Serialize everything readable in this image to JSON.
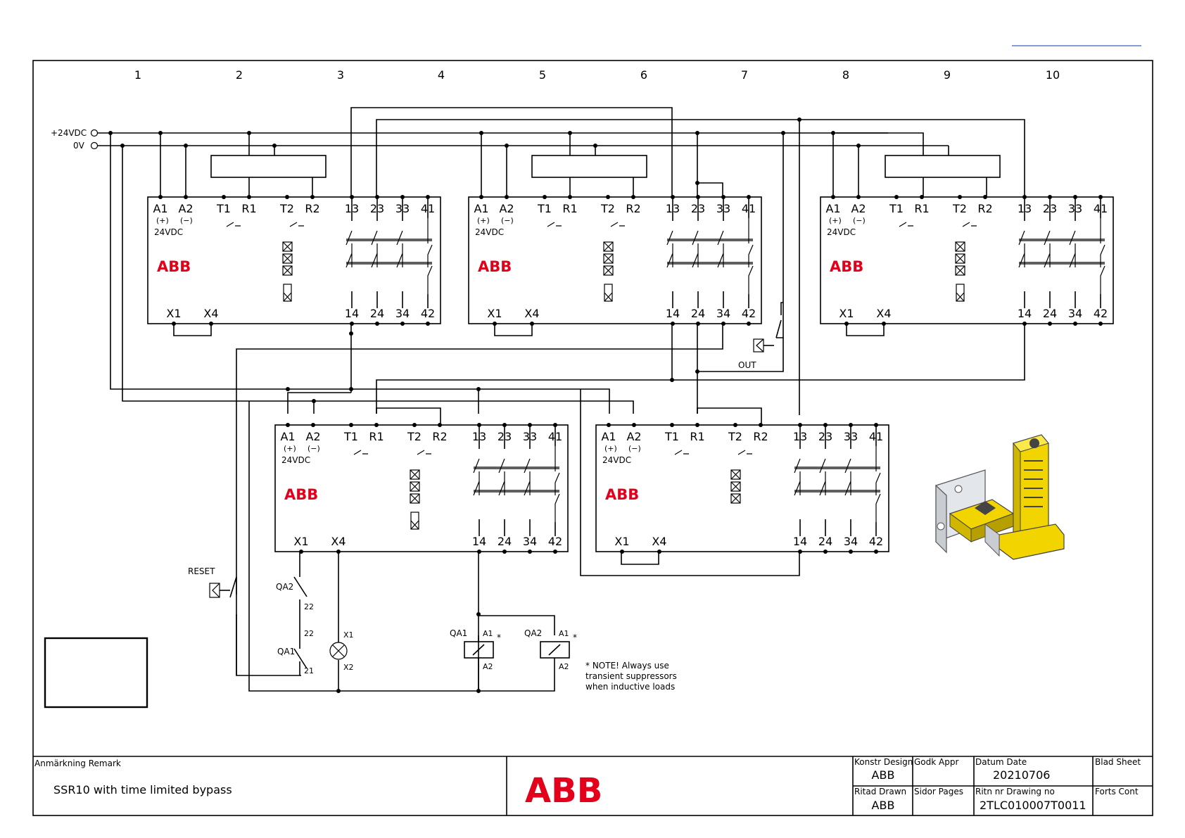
{
  "columns": [
    "1",
    "2",
    "3",
    "4",
    "5",
    "6",
    "7",
    "8",
    "9",
    "10"
  ],
  "supply": {
    "plus": "+24VDC",
    "zero": "0V"
  },
  "relay": {
    "top_terminals": [
      "A1",
      "A2",
      "T1",
      "R1",
      "T2",
      "R2",
      "13",
      "23",
      "33",
      "41"
    ],
    "polarity": [
      "(+)",
      "(−)"
    ],
    "voltage": "24VDC",
    "bottom_terminals": [
      "X1",
      "X4",
      "14",
      "24",
      "34",
      "42"
    ],
    "logo": "ABB"
  },
  "out_label": "OUT",
  "reset_label": "RESET",
  "contacts": {
    "qa2": "QA2",
    "qa2_a": "22",
    "qa1_b": "22",
    "qa1": "QA1",
    "qa1_a": "21",
    "lamp_top": "X1",
    "lamp_bottom": "X2"
  },
  "coils": {
    "qa1": "QA1",
    "qa2": "QA2",
    "a1": "A1",
    "a2": "A2",
    "star": "*"
  },
  "note": {
    "line1": "* NOTE!  Always use",
    "line2": "transient suppressors",
    "line3": "when inductive loads"
  },
  "title_block": {
    "remark_label": "Anmärkning  Remark",
    "remark_value": "SSR10  with  time  limited  bypass",
    "logo": "ABB",
    "design_label": "Konstr  Design",
    "design_value": "ABB",
    "appr_label": "Godk    Appr",
    "date_label": "Datum    Date",
    "date_value": "20210706",
    "sheet_label": "Blad    Sheet",
    "drawn_label": "Ritad    Drawn",
    "drawn_value": "ABB",
    "pages_label": "Sidor    Pages",
    "drawing_no_label": "Ritn  nr    Drawing  no",
    "drawing_no_value": "2TLC010007T0011",
    "cont_label": "Forts    Cont"
  },
  "colors": {
    "logo_red": "#e2001a",
    "device_yellow": "#f2d400"
  }
}
